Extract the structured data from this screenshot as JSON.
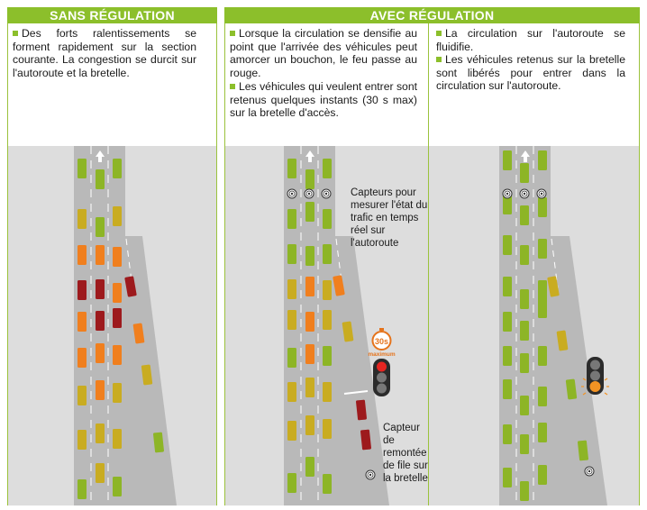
{
  "panels": {
    "sans": {
      "title": "SANS RÉGULATION",
      "bullets": [
        "Des forts ralentissements se forment rapidement sur la section courante. La congestion se durcit sur l'autoroute et la bretelle."
      ]
    },
    "avec": {
      "title": "AVEC RÉGULATION",
      "left_bullets": [
        "Lorsque la circulation se densifie au point que l'arrivée des véhicules peut amorcer un bouchon, le feu passe au rouge.",
        "Les véhicules qui veulent entrer sont retenus quelques instants (30 s max) sur la bretelle d'accès."
      ],
      "right_bullets": [
        "La circulation sur l'autoroute se fluidifie.",
        "Les véhicules retenus sur la bretelle sont libérés pour entrer dans la circulation sur l'autoroute."
      ]
    }
  },
  "annotations": {
    "sensor_traffic": "Capteurs pour mesurer l'état du trafic en temps réel sur l'autoroute",
    "sensor_queue": "Capteur de remontée de file sur la bretelle",
    "timer_value": "30s",
    "timer_caption": "maximum"
  },
  "colors": {
    "accent": "#8cbf2b",
    "road": "#b9b9b9",
    "background": "#dddddd",
    "car_green": "#8db526",
    "car_yellow": "#c9ac21",
    "car_orange": "#f07f1e",
    "car_red": "#9d1a1d",
    "light_red": "#e52521",
    "light_orange": "#f39323"
  }
}
